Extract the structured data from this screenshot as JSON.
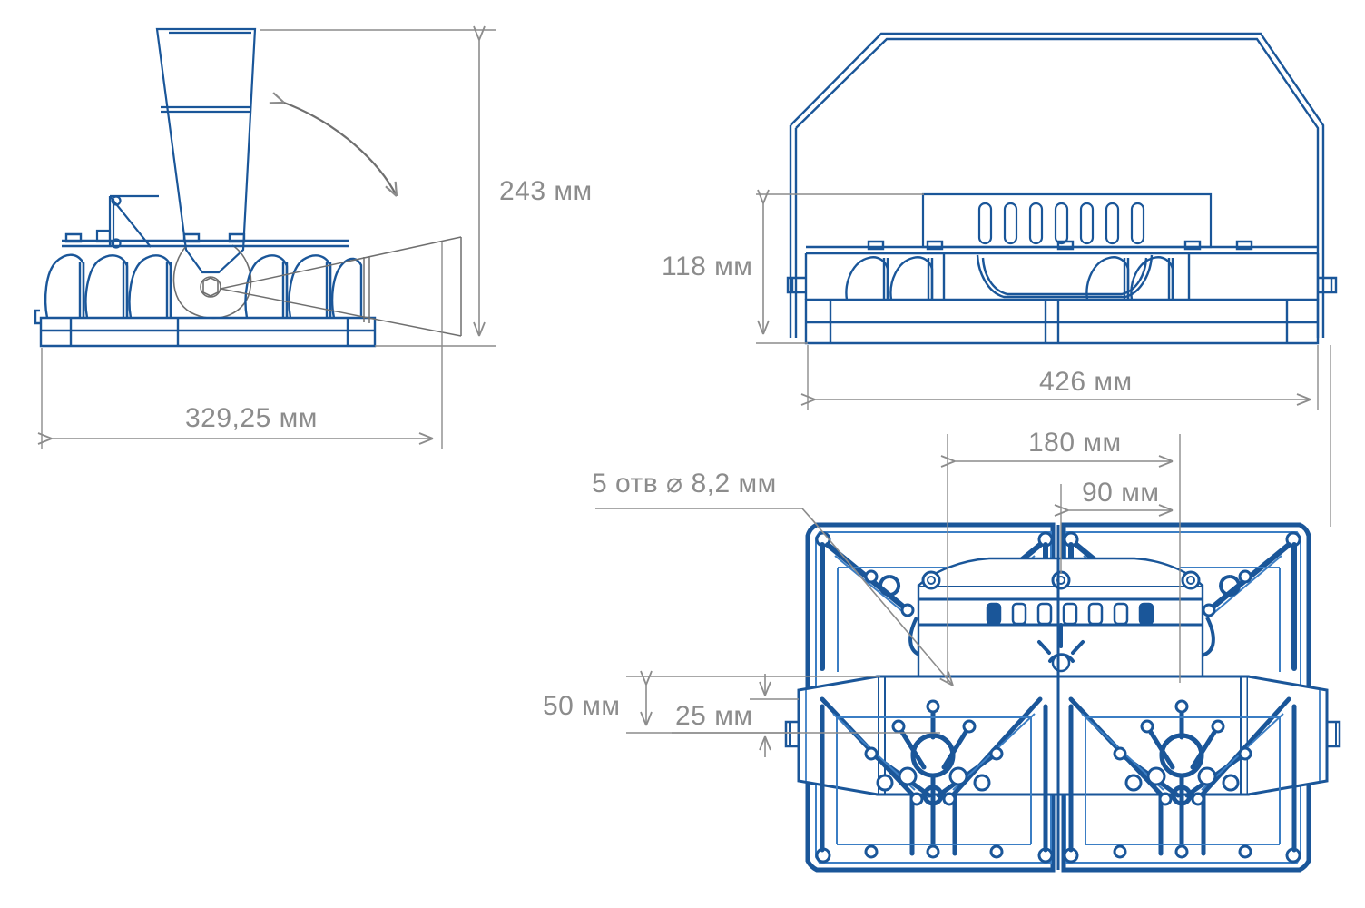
{
  "drawing": {
    "title": "LED floodlight technical dimension drawing",
    "units": "мм",
    "colors": {
      "outline_blue": "#1a5699",
      "outline_blue_light": "#3b7ec4",
      "dimension_gray": "#8c8c8c",
      "background": "#ffffff"
    }
  },
  "views": {
    "side": {
      "name": "side-elevation-with-bracket",
      "dimensions": {
        "height": {
          "value": "243 мм",
          "number": 243
        },
        "length": {
          "value": "329,25 мм",
          "number": 329.25
        }
      },
      "annotations": {
        "tilt_arrow": "double-headed curved rotation arrow",
        "beam_cone": "light beam cone outline"
      }
    },
    "front": {
      "name": "front-elevation-with-bracket",
      "dimensions": {
        "height": {
          "value": "118 мм",
          "number": 118
        },
        "width": {
          "value": "426 мм",
          "number": 426
        }
      }
    },
    "bottom": {
      "name": "bottom-plan-view",
      "dimensions": {
        "hole_span_outer": {
          "value": "180 мм",
          "number": 180
        },
        "hole_span_inner": {
          "value": "90 мм",
          "number": 90
        },
        "bracket_offset_outer": {
          "value": "50 мм",
          "number": 50
        },
        "bracket_offset_inner": {
          "value": "25 мм",
          "number": 25
        }
      },
      "callout": {
        "value": "5 отв ⌀ 8,2 мм",
        "holes": 5,
        "diameter": "8,2 мм"
      }
    }
  },
  "labels": {
    "h243": "243 мм",
    "l329": "329,25 мм",
    "h118": "118 мм",
    "w426": "426 мм",
    "d180": "180 мм",
    "d90": "90 мм",
    "d50": "50 мм",
    "d25": "25 мм",
    "holes": "5 отв ⌀ 8,2 мм"
  }
}
